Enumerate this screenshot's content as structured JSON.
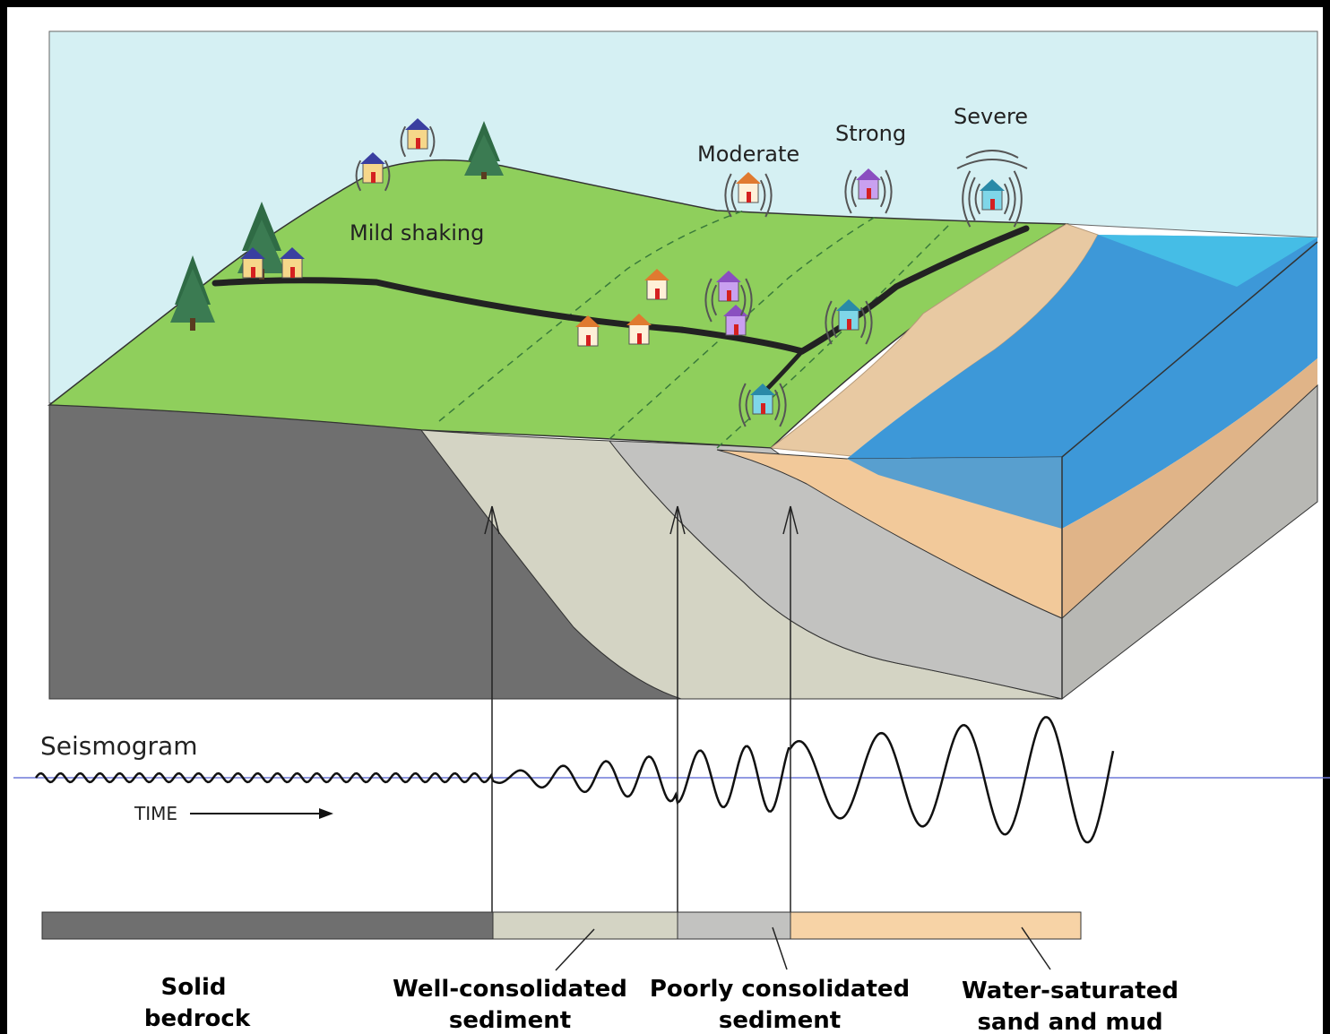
{
  "labels": {
    "mild": "Mild shaking",
    "moderate": "Moderate",
    "strong": "Strong",
    "severe": "Severe",
    "seismogram": "Seismogram",
    "time": "TIME"
  },
  "legend": {
    "bedrock": [
      "Solid",
      "bedrock"
    ],
    "well": [
      "Well-consolidated",
      "sediment"
    ],
    "poorly": [
      "Poorly consolidated",
      "sediment"
    ],
    "sand": [
      "Water-saturated",
      "sand and mud"
    ]
  },
  "colors": {
    "sky": "#d5f0f3",
    "grass": "#8fcf5c",
    "bedrock": "#6f6f6f",
    "well_consolidated": "#d4d4c4",
    "poorly_consolidated": "#c2c2c0",
    "sand": "#f2c99a",
    "water": "#3d98d8",
    "beach": "#e8c9a2"
  }
}
